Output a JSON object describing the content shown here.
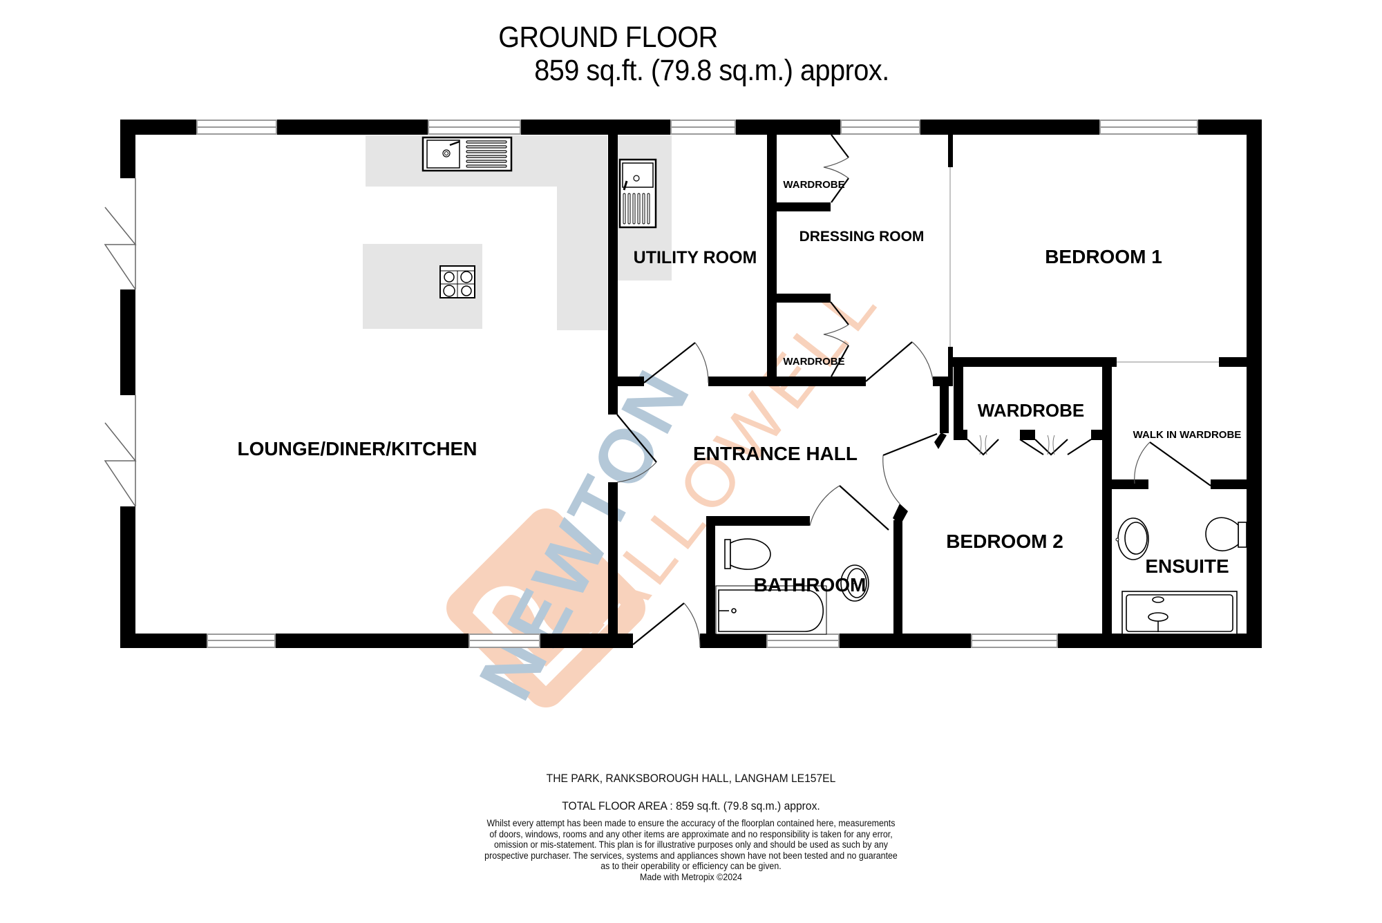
{
  "header": {
    "title": "GROUND FLOOR",
    "area": "859 sq.ft. (79.8 sq.m.) approx."
  },
  "rooms": {
    "lounge": "LOUNGE/DINER/KITCHEN",
    "utility": "UTILITY ROOM",
    "dressing": "DRESSING ROOM",
    "wardrobe_top": "WARDROBE",
    "wardrobe_bottom": "WARDROBE",
    "bedroom1": "BEDROOM 1",
    "wardrobe_bed2": "WARDROBE",
    "walk_in_wardrobe": "WALK IN WARDROBE",
    "entrance_hall": "ENTRANCE HALL",
    "bedroom2": "BEDROOM 2",
    "bathroom": "BATHROOM",
    "ensuite": "ENSUITE"
  },
  "watermark": {
    "line1": "NEWTON",
    "line2": "FALLOWELL",
    "colors": {
      "blue": "#b4c8d8",
      "orange": "#f8d2bc"
    }
  },
  "colors": {
    "wall": "#000000",
    "counter": "#e5e5e5",
    "window": "#9a9a9a"
  },
  "footer": {
    "address": "THE PARK, RANKSBOROUGH HALL, LANGHAM LE157EL",
    "total_area": "TOTAL FLOOR AREA : 859 sq.ft. (79.8 sq.m.) approx.",
    "disclaimer_lines": [
      "Whilst every attempt has been made to ensure the accuracy of the floorplan contained here, measurements",
      "of doors, windows, rooms and any other items are approximate and no responsibility is taken for any error,",
      "omission or mis-statement. This plan is for illustrative purposes only and should be used as such by any",
      "prospective purchaser. The services, systems and appliances shown have not been tested and no guarantee",
      "as to their operability or efficiency can be given.",
      "Made with Metropix ©2024"
    ]
  }
}
